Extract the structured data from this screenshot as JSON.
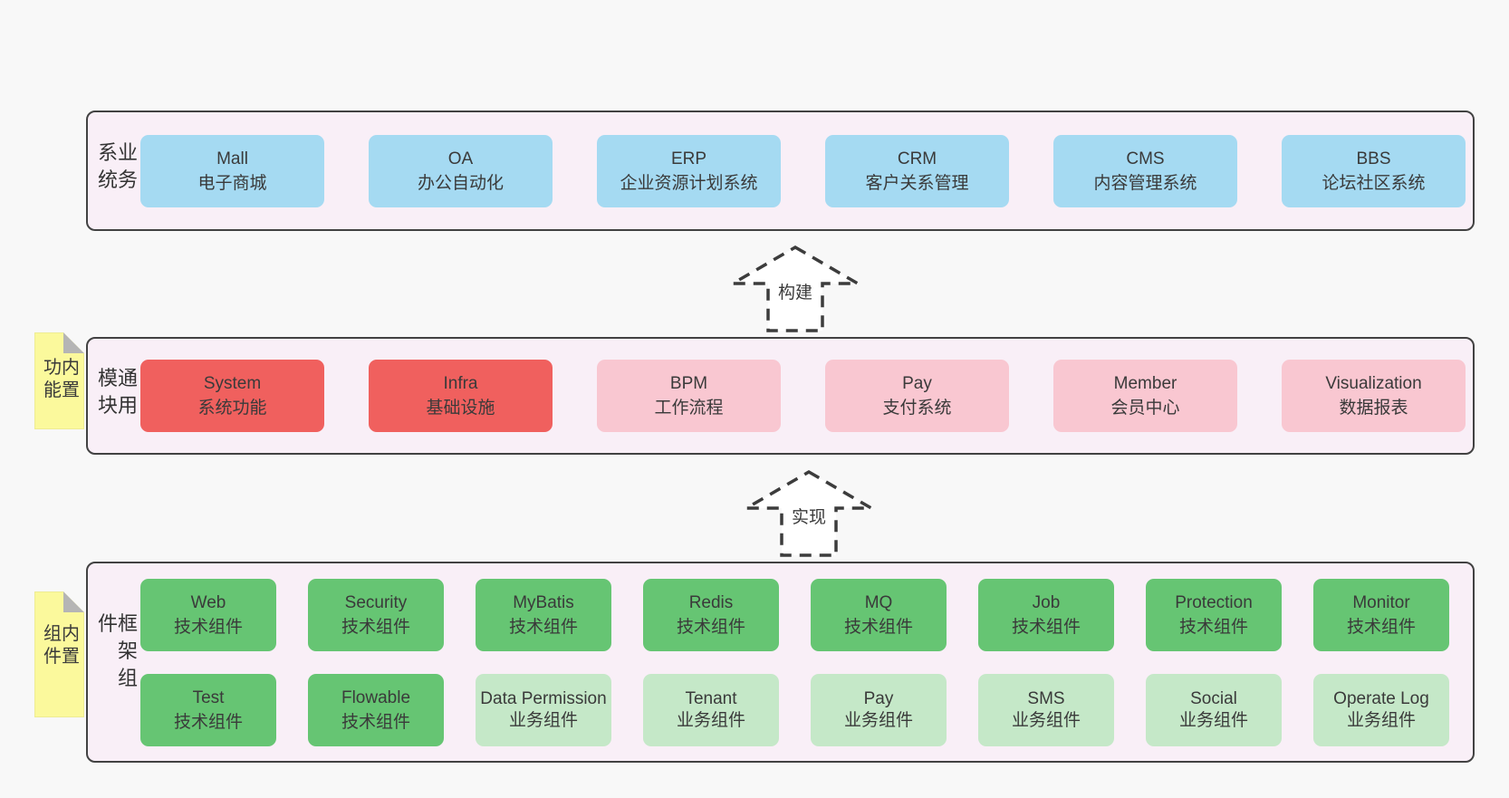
{
  "colors": {
    "page_bg": "#f8f8f8",
    "container_fill": "#f9eff7",
    "container_border": "#424242",
    "box_blue": "#a5daf2",
    "box_red": "#f0605e",
    "box_pink": "#f9c7d1",
    "box_green": "#66c573",
    "box_green_light": "#c5e8c8",
    "note_yellow": "#fbf99c",
    "note_fold": "#b5b5b5",
    "arrow_stroke": "#3c3c3c",
    "text": "#3a3a3a"
  },
  "diagram": {
    "layers": [
      {
        "id": "business-systems",
        "label_vertical": "业务系统",
        "boxes": [
          {
            "title": "Mall",
            "subtitle": "电子商城",
            "variant": "blue"
          },
          {
            "title": "OA",
            "subtitle": "办公自动化",
            "variant": "blue"
          },
          {
            "title": "ERP",
            "subtitle": "企业资源计划系统",
            "variant": "blue"
          },
          {
            "title": "CRM",
            "subtitle": "客户关系管理",
            "variant": "blue"
          },
          {
            "title": "CMS",
            "subtitle": "内容管理系统",
            "variant": "blue"
          },
          {
            "title": "BBS",
            "subtitle": "论坛社区系统",
            "variant": "blue"
          }
        ]
      },
      {
        "id": "common-modules",
        "label_vertical": "通用模块",
        "note": "内置功能",
        "boxes": [
          {
            "title": "System",
            "subtitle": "系统功能",
            "variant": "red"
          },
          {
            "title": "Infra",
            "subtitle": "基础设施",
            "variant": "red"
          },
          {
            "title": "BPM",
            "subtitle": "工作流程",
            "variant": "pink"
          },
          {
            "title": "Pay",
            "subtitle": "支付系统",
            "variant": "pink"
          },
          {
            "title": "Member",
            "subtitle": "会员中心",
            "variant": "pink"
          },
          {
            "title": "Visualization",
            "subtitle": "数据报表",
            "variant": "pink"
          }
        ]
      },
      {
        "id": "framework-components",
        "label_vertical": "框架组件",
        "note": "内置组件",
        "rows": [
          [
            {
              "title": "Web",
              "subtitle": "技术组件",
              "variant": "green"
            },
            {
              "title": "Security",
              "subtitle": "技术组件",
              "variant": "green"
            },
            {
              "title": "MyBatis",
              "subtitle": "技术组件",
              "variant": "green"
            },
            {
              "title": "Redis",
              "subtitle": "技术组件",
              "variant": "green"
            },
            {
              "title": "MQ",
              "subtitle": "技术组件",
              "variant": "green"
            },
            {
              "title": "Job",
              "subtitle": "技术组件",
              "variant": "green"
            },
            {
              "title": "Protection",
              "subtitle": "技术组件",
              "variant": "green"
            },
            {
              "title": "Monitor",
              "subtitle": "技术组件",
              "variant": "green"
            }
          ],
          [
            {
              "title": "Test",
              "subtitle": "技术组件",
              "variant": "green"
            },
            {
              "title": "Flowable",
              "subtitle": "技术组件",
              "variant": "green"
            },
            {
              "title": "Data Permission",
              "subtitle": "业务组件",
              "variant": "green-light"
            },
            {
              "title": "Tenant",
              "subtitle": "业务组件",
              "variant": "green-light"
            },
            {
              "title": "Pay",
              "subtitle": "业务组件",
              "variant": "green-light"
            },
            {
              "title": "SMS",
              "subtitle": "业务组件",
              "variant": "green-light"
            },
            {
              "title": "Social",
              "subtitle": "业务组件",
              "variant": "green-light"
            },
            {
              "title": "Operate Log",
              "subtitle": "业务组件",
              "variant": "green-light"
            }
          ]
        ]
      }
    ],
    "arrows": [
      {
        "id": "build",
        "label": "构建"
      },
      {
        "id": "implement",
        "label": "实现"
      }
    ]
  }
}
